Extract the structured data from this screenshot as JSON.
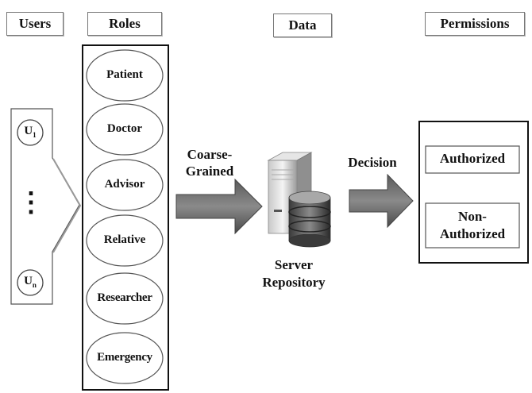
{
  "headers": {
    "users": "Users",
    "roles": "Roles",
    "data": "Data",
    "permissions": "Permissions"
  },
  "users": {
    "first": "U",
    "first_sub": "1",
    "ellipsis": "⋮",
    "last": "U",
    "last_sub": "n"
  },
  "roles": [
    "Patient",
    "Doctor",
    "Advisor",
    "Relative",
    "Researcher",
    "Emergency"
  ],
  "arrow_labels": {
    "coarse_line1": "Coarse-",
    "coarse_line2": "Grained",
    "decision": "Decision"
  },
  "server": {
    "line1": "Server",
    "line2": "Repository"
  },
  "permissions": {
    "authorized": "Authorized",
    "non_line1": "Non-",
    "non_line2": "Authorized"
  }
}
